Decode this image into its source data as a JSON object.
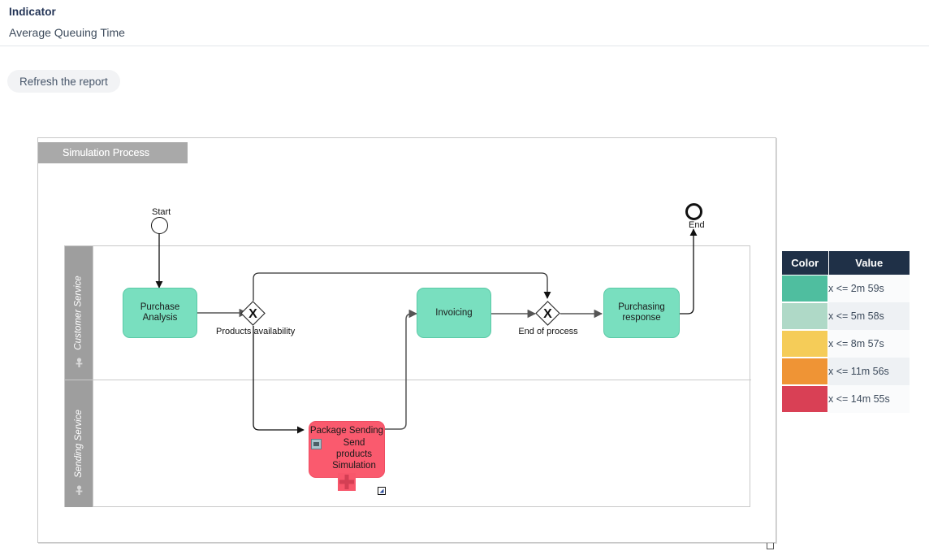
{
  "header": {
    "indicator_label": "Indicator",
    "indicator_value": "Average Queuing Time"
  },
  "toolbar": {
    "refresh_label": "Refresh the report"
  },
  "diagram": {
    "pool_name": "Simulation Process",
    "lanes": [
      {
        "name": "Customer Service"
      },
      {
        "name": "Sending Service"
      }
    ],
    "events": [
      {
        "name": "Start",
        "type": "start"
      },
      {
        "name": "End",
        "type": "end"
      }
    ],
    "gateways": [
      {
        "name": "Products availability",
        "type": "exclusive",
        "symbol": "X"
      },
      {
        "name": "End of process",
        "type": "exclusive",
        "symbol": "X"
      }
    ],
    "tasks": [
      {
        "name": "Purchase Analysis",
        "line1": "Purchase",
        "line2": "Analysis",
        "color": "#79dfbf",
        "lane": "Customer Service"
      },
      {
        "name": "Invoicing",
        "line1": "Invoicing",
        "line2": "",
        "color": "#79dfbf",
        "lane": "Customer Service"
      },
      {
        "name": "Purchasing response",
        "line1": "Purchasing",
        "line2": "response",
        "color": "#79dfbf",
        "lane": "Customer Service"
      }
    ],
    "subprocess": {
      "title": "Package Sending",
      "inner_label_line1": "Send products",
      "inner_label_line2": "Simulation",
      "color": "#fa5a6e",
      "marker": "+",
      "lane": "Sending Service"
    }
  },
  "legend": {
    "columns": [
      "Color",
      "Value"
    ],
    "rows": [
      {
        "color": "#4fbe9f",
        "value": "x <= 2m 59s"
      },
      {
        "color": "#afd9c7",
        "value": "x <= 5m 58s"
      },
      {
        "color": "#f5cc58",
        "value": "x <= 8m 57s"
      },
      {
        "color": "#ef9435",
        "value": "x <= 11m 56s"
      },
      {
        "color": "#d94055",
        "value": "x <= 14m 55s"
      }
    ]
  }
}
